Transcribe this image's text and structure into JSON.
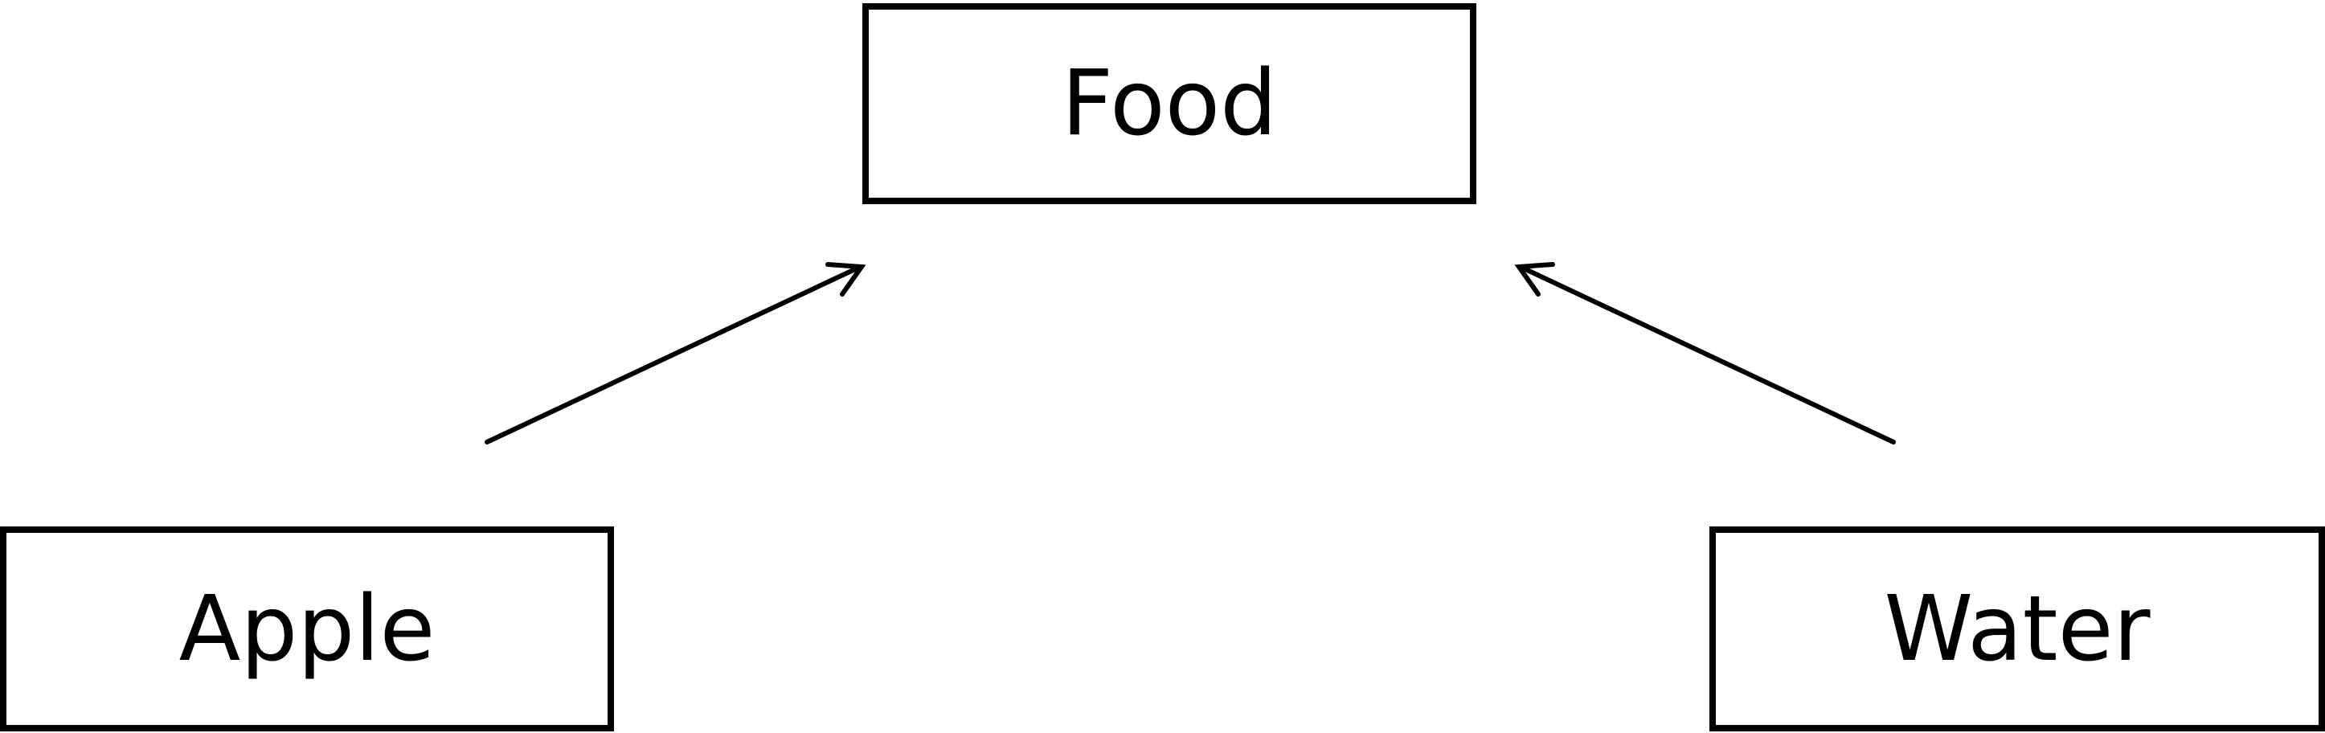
{
  "diagram": {
    "nodes": {
      "food": {
        "label": "Food"
      },
      "apple": {
        "label": "Apple"
      },
      "water": {
        "label": "Water"
      }
    },
    "edges": [
      {
        "from": "apple",
        "to": "food"
      },
      {
        "from": "water",
        "to": "food"
      }
    ],
    "stroke_color": "#000000",
    "background_color": "#ffffff"
  }
}
